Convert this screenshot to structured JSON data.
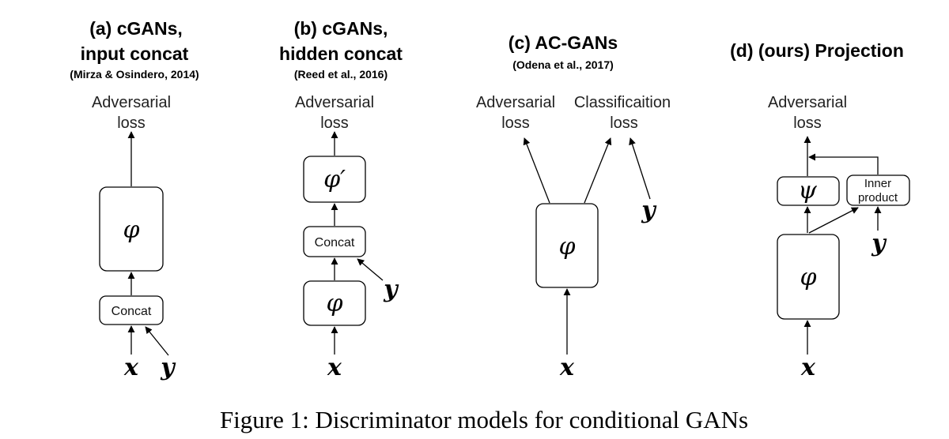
{
  "caption": "Figure 1:  Discriminator models for conditional GANs",
  "panels": {
    "a": {
      "title_line1": "(a) cGANs,",
      "title_line2": "input concat",
      "reference": "(Mirza & Osindero, 2014)",
      "output_line1": "Adversarial",
      "output_line2": "loss",
      "feature_block": "φ",
      "concat_block": "Concat",
      "input_x": "x",
      "input_y": "y"
    },
    "b": {
      "title_line1": "(b) cGANs,",
      "title_line2": "hidden concat",
      "reference": "(Reed et al., 2016)",
      "output_line1": "Adversarial",
      "output_line2": "loss",
      "top_block": "φ′",
      "concat_block": "Concat",
      "bottom_block": "φ",
      "input_x": "x",
      "input_y": "y"
    },
    "c": {
      "title": "(c) AC-GANs",
      "reference": "(Odena et al., 2017)",
      "output1_line1": "Adversarial",
      "output1_line2": "loss",
      "output2_line1": "Classificaition",
      "output2_line2": "loss",
      "feature_block": "φ",
      "input_x": "x",
      "input_y": "y"
    },
    "d": {
      "title": "(d) (ours) Projection",
      "output_line1": "Adversarial",
      "output_line2": "loss",
      "psi_block": "ψ",
      "inner_line1": "Inner",
      "inner_line2": "product",
      "feature_block": "φ",
      "input_x": "x",
      "input_y": "y"
    }
  }
}
